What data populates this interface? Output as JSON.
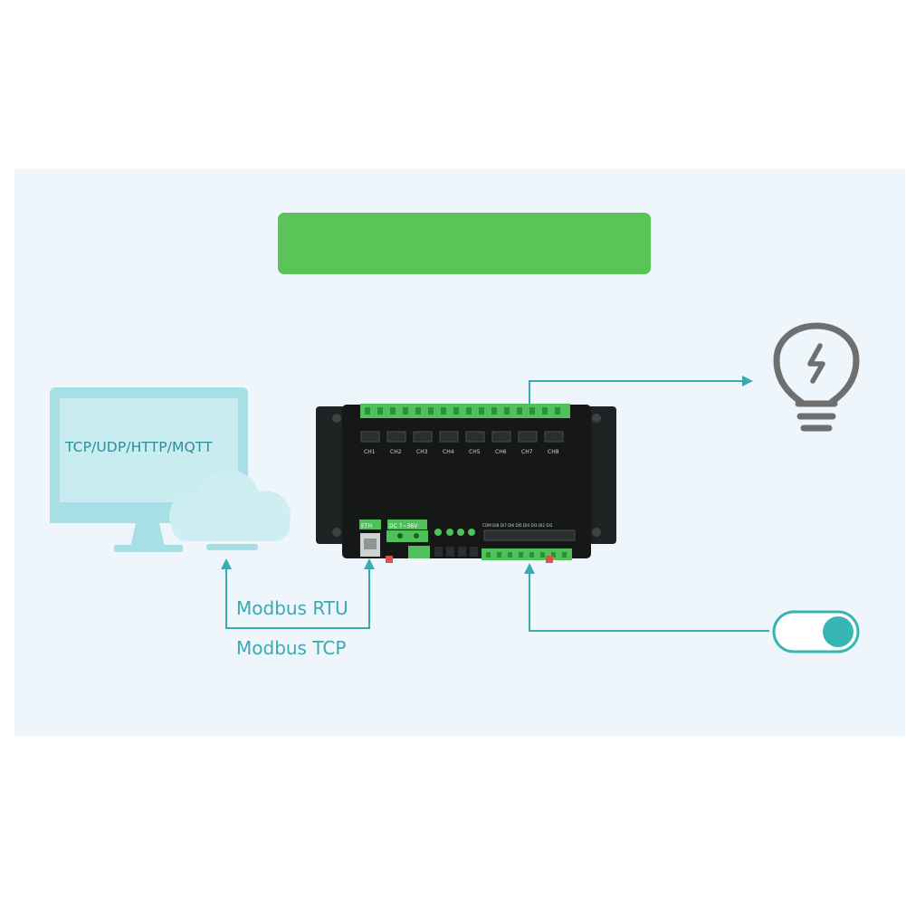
{
  "banner": {
    "text": ""
  },
  "computer": {
    "protocols": "TCP/UDP/HTTP/MQTT"
  },
  "links": {
    "rtu": "Modbus RTU",
    "tcp": "Modbus TCP"
  },
  "device": {
    "channels": [
      "CH1",
      "CH2",
      "CH3",
      "CH4",
      "CH5",
      "CH6",
      "CH7",
      "CH8"
    ],
    "eth_label": "ETH",
    "power_label": "DC 7~36V",
    "input_labels": "COM DI8 DI7 DI6 DI5 DI4 DI3 DI2 DI1"
  },
  "colors": {
    "accent": "#3aaab2",
    "banner_green": "#5bc459",
    "terminal_green": "#4fc05a",
    "device_body": "#161818",
    "bulb_gray": "#6f6f6f",
    "toggle_knob": "#38b6b6"
  },
  "icons": {
    "lightbulb": "lightbulb-icon",
    "toggle": "toggle-switch-icon",
    "cloud": "cloud-icon",
    "monitor": "monitor-icon"
  }
}
